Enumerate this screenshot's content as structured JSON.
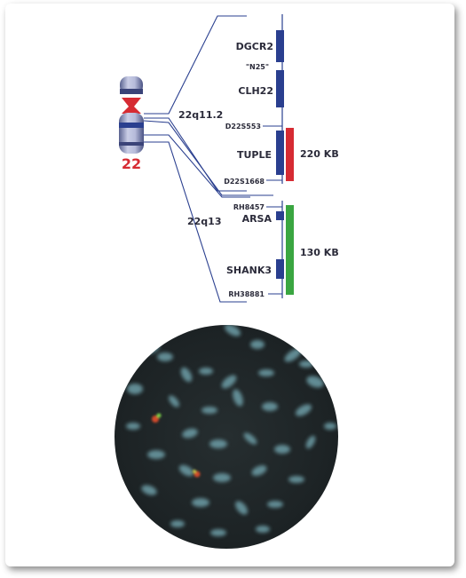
{
  "chromosome": {
    "number": "22"
  },
  "bands": {
    "upper": "22q11.2",
    "lower": "22q13"
  },
  "markers": {
    "n25": "\"N25\"",
    "d22s553": "D22S553",
    "d22s1668": "D22S1668",
    "rh8457": "RH8457",
    "rh38881": "RH38881"
  },
  "genes": {
    "dgcr2": "DGCR2",
    "clh22": "CLH22",
    "tuple": "TUPLE",
    "arsa": "ARSA",
    "shank3": "SHANK3"
  },
  "probes": {
    "red": {
      "size": "220 KB",
      "color": "#d62b33"
    },
    "green": {
      "size": "130 KB",
      "color": "#3aa641"
    }
  },
  "colors": {
    "gene_block": "#2a3f8f",
    "line": "#2a3f8f",
    "chromosome_body": "#8a93b8",
    "centromere": "#d62b33",
    "fish_background": "#22292b"
  }
}
